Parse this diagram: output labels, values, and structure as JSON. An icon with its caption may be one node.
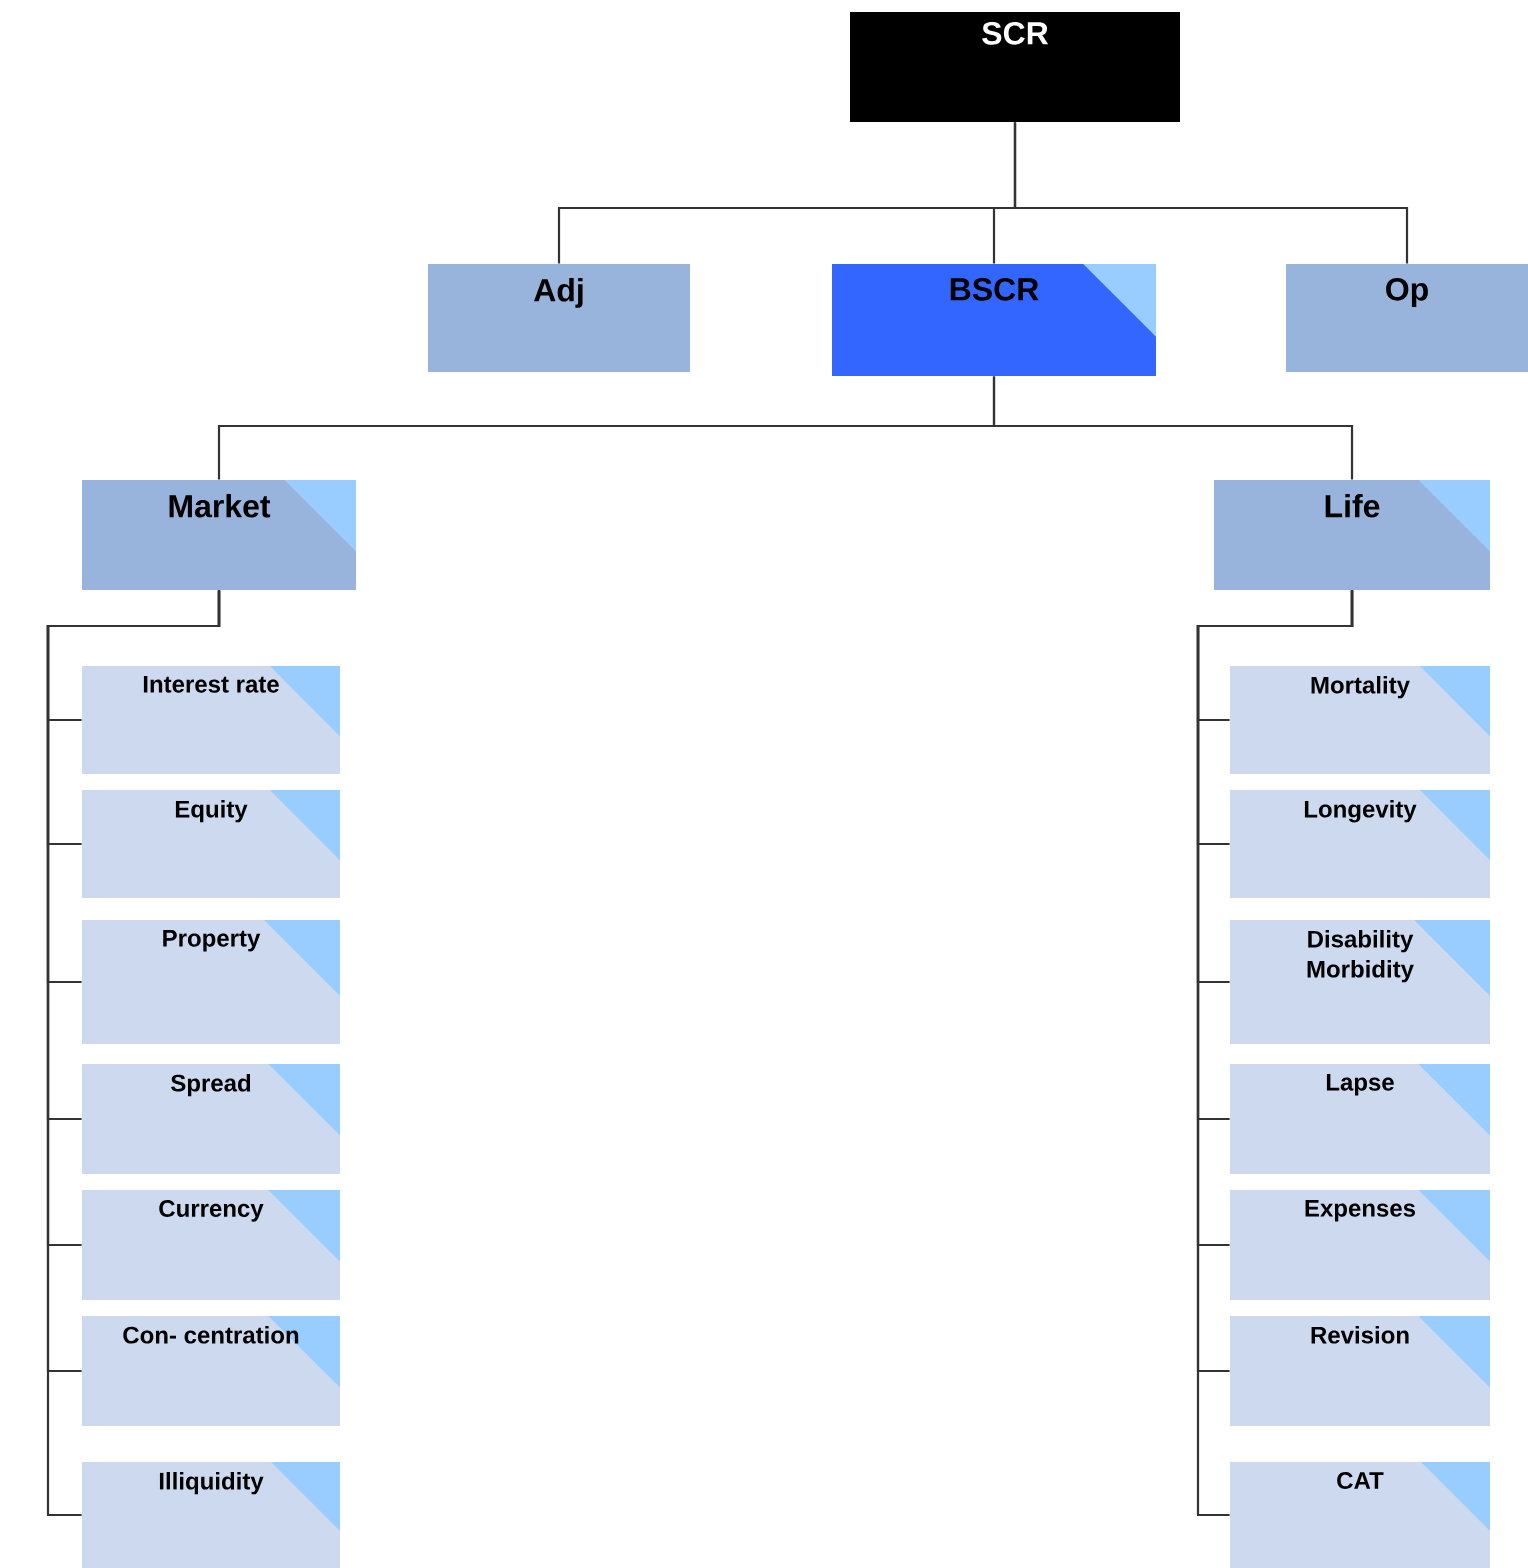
{
  "diagram": {
    "nodes": [
      {
        "text": [
          "SCR"
        ]
      },
      {
        "text": [
          "Adj"
        ]
      },
      {
        "text": [
          "BSCR"
        ]
      },
      {
        "text": [
          "Op"
        ]
      },
      {
        "text": [
          "Market"
        ]
      },
      {
        "text": [
          "Life"
        ]
      },
      {
        "text": [
          "Interest rate"
        ]
      },
      {
        "text": [
          "Equity"
        ]
      },
      {
        "text": [
          "Property"
        ]
      },
      {
        "text": [
          "Spread"
        ]
      },
      {
        "text": [
          "Currency"
        ]
      },
      {
        "text": [
          "Con- centration"
        ]
      },
      {
        "text": [
          "Illiquidity"
        ]
      },
      {
        "text": [
          "Mortality"
        ]
      },
      {
        "text": [
          "Longevity"
        ]
      },
      {
        "text": [
          "Disability Morbidity"
        ]
      },
      {
        "text": [
          "Lapse"
        ]
      },
      {
        "text": [
          "Expenses"
        ]
      },
      {
        "text": [
          "Revision"
        ]
      },
      {
        "text": [
          "CAT"
        ]
      }
    ],
    "edges": [
      {
        "from": 0,
        "to": 1,
        "arrow": "none"
      },
      {
        "from": 0,
        "to": 2,
        "arrow": "none"
      },
      {
        "from": 0,
        "to": 3,
        "arrow": "none"
      },
      {
        "from": 2,
        "to": 4,
        "arrow": "none"
      },
      {
        "from": 2,
        "to": 5,
        "arrow": "none"
      },
      {
        "from": 4,
        "to": 6,
        "arrow": "none"
      },
      {
        "from": 4,
        "to": 7,
        "arrow": "none"
      },
      {
        "from": 4,
        "to": 8,
        "arrow": "none"
      },
      {
        "from": 4,
        "to": 9,
        "arrow": "none"
      },
      {
        "from": 4,
        "to": 10,
        "arrow": "none"
      },
      {
        "from": 4,
        "to": 11,
        "arrow": "none"
      },
      {
        "from": 4,
        "to": 12,
        "arrow": "none"
      },
      {
        "from": 5,
        "to": 13,
        "arrow": "none"
      },
      {
        "from": 5,
        "to": 14,
        "arrow": "none"
      },
      {
        "from": 5,
        "to": 15,
        "arrow": "none"
      },
      {
        "from": 5,
        "to": 16,
        "arrow": "none"
      },
      {
        "from": 5,
        "to": 17,
        "arrow": "none"
      },
      {
        "from": 5,
        "to": 18,
        "arrow": "none"
      },
      {
        "from": 5,
        "to": 19,
        "arrow": "none"
      }
    ]
  }
}
